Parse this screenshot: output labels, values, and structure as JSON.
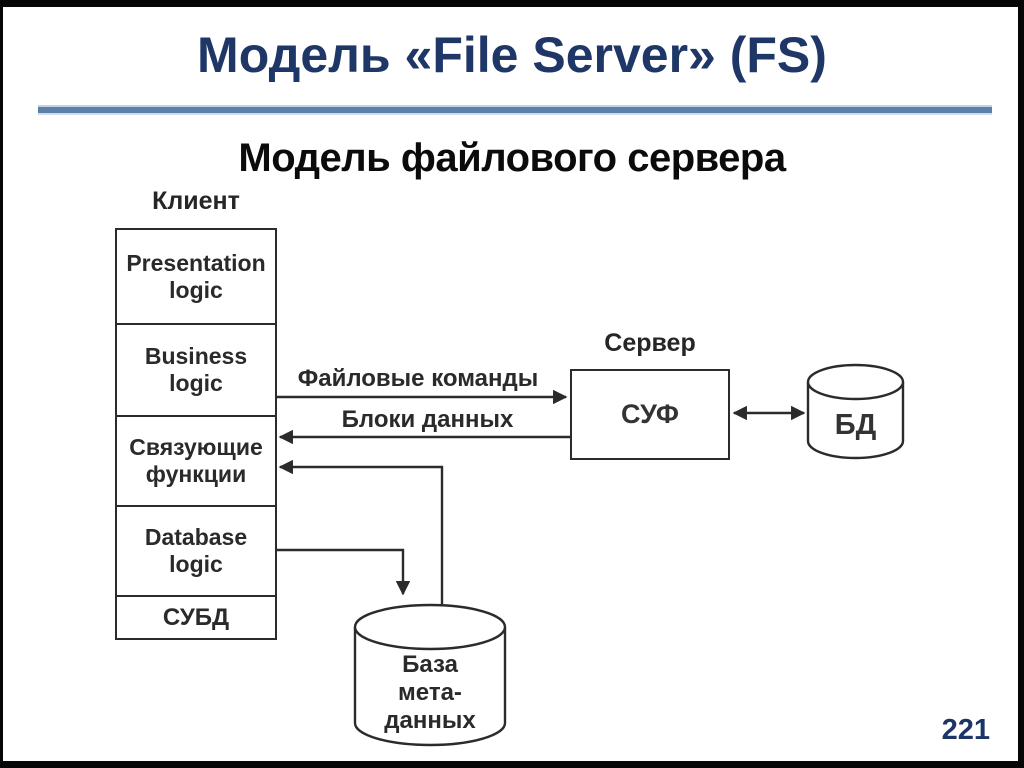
{
  "slide": {
    "title": "Модель «File Server» (FS)",
    "subtitle": "Модель файлового сервера",
    "page_number": "221",
    "colors": {
      "title_accent": "#1f3767",
      "divider": "#5b80aa",
      "diagram_stroke": "#2b2b2b",
      "frame": "#060606"
    }
  },
  "diagram": {
    "client": {
      "label": "Клиент",
      "layers": [
        {
          "lines": [
            "Presentation",
            "logic"
          ]
        },
        {
          "lines": [
            "Business",
            "logic"
          ]
        },
        {
          "lines": [
            "Связующие",
            "функции"
          ]
        },
        {
          "lines": [
            "Database",
            "logic"
          ]
        },
        {
          "lines": [
            "СУБД"
          ]
        }
      ]
    },
    "server": {
      "label": "Сервер",
      "box_label": "СУФ"
    },
    "database_cylinder": {
      "label": "БД"
    },
    "metadata_cylinder": {
      "lines": [
        "База",
        "мета-",
        "данных"
      ]
    },
    "flows": {
      "file_commands": "Файловые команды",
      "data_blocks": "Блоки данных"
    }
  }
}
